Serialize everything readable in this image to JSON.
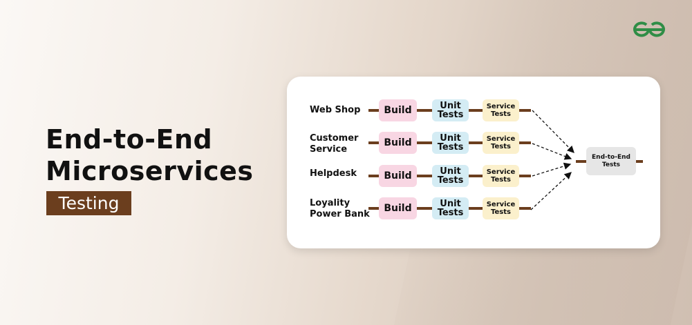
{
  "title_line1": "End-to-End",
  "title_line2": "Microservices",
  "badge": "Testing",
  "logo_text": "GfG",
  "colors": {
    "accent": "#6b3e1e",
    "logo": "#2f8d46",
    "build": "#f8d6e3",
    "unit": "#d4ecf4",
    "service": "#fbf0cc",
    "e2e": "#e6e6e6"
  },
  "rows": [
    {
      "label": "Web Shop",
      "build": "Build",
      "unit": "Unit Tests",
      "service": "Service Tests"
    },
    {
      "label": "Customer Service",
      "build": "Build",
      "unit": "Unit Tests",
      "service": "Service Tests"
    },
    {
      "label": "Helpdesk",
      "build": "Build",
      "unit": "Unit Tests",
      "service": "Service Tests"
    },
    {
      "label": "Loyality Power Bank",
      "build": "Build",
      "unit": "Unit Tests",
      "service": "Service Tests"
    }
  ],
  "e2e": "End-to-End Tests"
}
